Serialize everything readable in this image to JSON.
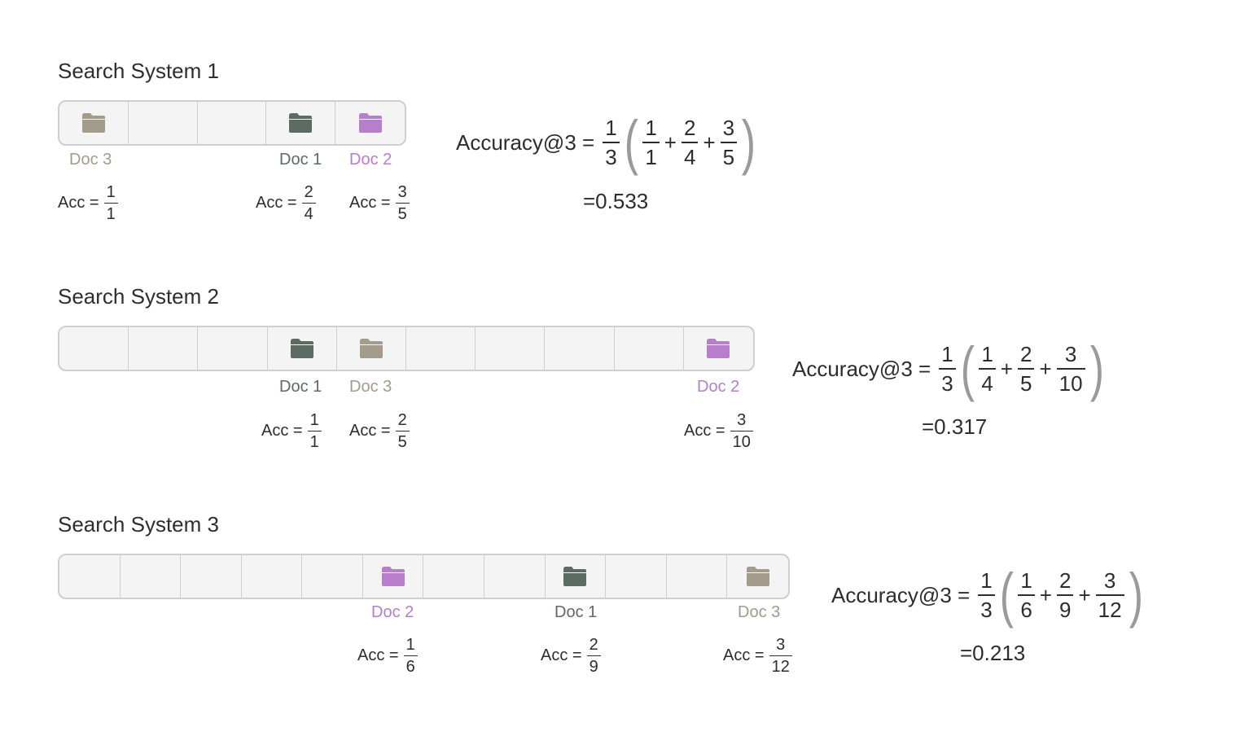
{
  "colors": {
    "tan": "#a39b8b",
    "slate": "#5c6b63",
    "purple": "#b77ecb"
  },
  "systems": [
    {
      "title": "Search System 1",
      "doc_labels": [
        "Doc 3",
        "Doc 1",
        "Doc 2"
      ],
      "acc_label": "Acc =",
      "acc": [
        {
          "n": "1",
          "d": "1"
        },
        {
          "n": "2",
          "d": "4"
        },
        {
          "n": "3",
          "d": "5"
        }
      ],
      "formula_lhs": "Accuracy@3 =",
      "formula_k": {
        "n": "1",
        "d": "3"
      },
      "formula_terms": [
        {
          "n": "1",
          "d": "1"
        },
        {
          "n": "2",
          "d": "4"
        },
        {
          "n": "3",
          "d": "5"
        }
      ],
      "plus": "+",
      "result": "=0.533"
    },
    {
      "title": "Search System 2",
      "doc_labels": [
        "Doc 1",
        "Doc 3",
        "Doc 2"
      ],
      "acc_label": "Acc =",
      "acc": [
        {
          "n": "1",
          "d": "1"
        },
        {
          "n": "2",
          "d": "5"
        },
        {
          "n": "3",
          "d": "10"
        }
      ],
      "formula_lhs": "Accuracy@3 =",
      "formula_k": {
        "n": "1",
        "d": "3"
      },
      "formula_terms": [
        {
          "n": "1",
          "d": "4"
        },
        {
          "n": "2",
          "d": "5"
        },
        {
          "n": "3",
          "d": "10"
        }
      ],
      "plus": "+",
      "result": "=0.317"
    },
    {
      "title": "Search System 3",
      "doc_labels": [
        "Doc 2",
        "Doc 1",
        "Doc 3"
      ],
      "acc_label": "Acc =",
      "acc": [
        {
          "n": "1",
          "d": "6"
        },
        {
          "n": "2",
          "d": "9"
        },
        {
          "n": "3",
          "d": "12"
        }
      ],
      "formula_lhs": "Accuracy@3 =",
      "formula_k": {
        "n": "1",
        "d": "3"
      },
      "formula_terms": [
        {
          "n": "1",
          "d": "6"
        },
        {
          "n": "2",
          "d": "9"
        },
        {
          "n": "3",
          "d": "12"
        }
      ],
      "plus": "+",
      "result": "=0.213"
    }
  ]
}
